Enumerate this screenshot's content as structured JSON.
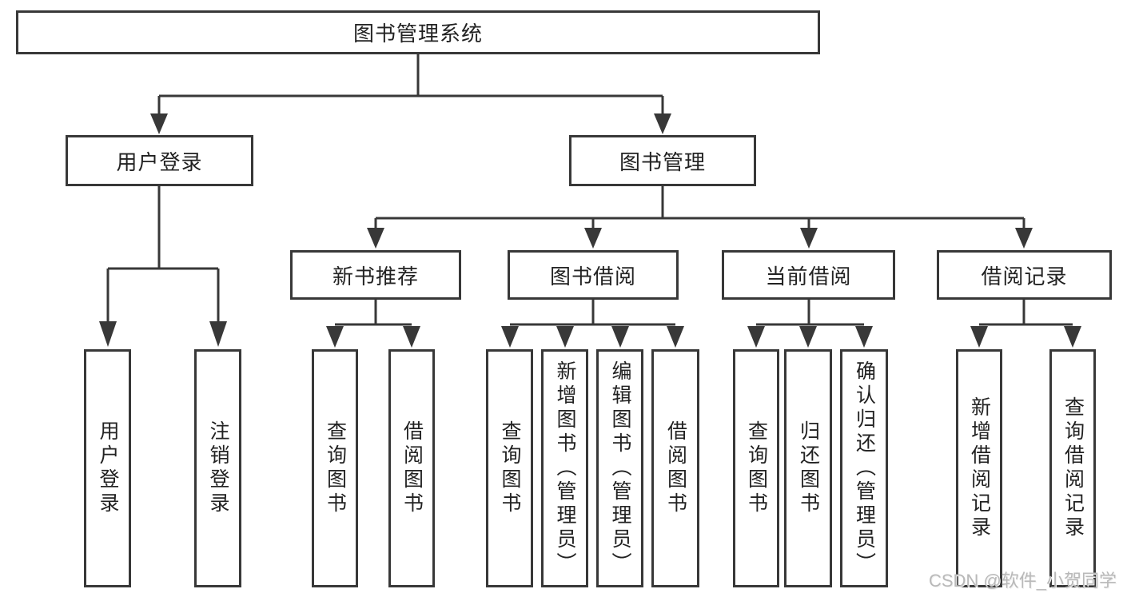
{
  "diagram": {
    "watermark": "CSDN @软件_小贺同学",
    "colors": {
      "line": "#383838",
      "box_border": "#383838",
      "text": "#222222",
      "watermark_text": "#b9b9b9",
      "background": "#ffffff"
    },
    "tree": {
      "root": "图书管理系统",
      "branches": [
        {
          "label": "用户登录",
          "children": [
            {
              "label": "用户登录"
            },
            {
              "label": "注销登录"
            }
          ]
        },
        {
          "label": "图书管理",
          "children": [
            {
              "label": "新书推荐",
              "children": [
                {
                  "label": "查询图书"
                },
                {
                  "label": "借阅图书"
                }
              ]
            },
            {
              "label": "图书借阅",
              "children": [
                {
                  "label": "查询图书"
                },
                {
                  "label": "新增图书（管理员）"
                },
                {
                  "label": "编辑图书（管理员）"
                },
                {
                  "label": "借阅图书"
                }
              ]
            },
            {
              "label": "当前借阅",
              "children": [
                {
                  "label": "查询图书"
                },
                {
                  "label": "归还图书"
                },
                {
                  "label": "确认归还（管理员）"
                }
              ]
            },
            {
              "label": "借阅记录",
              "children": [
                {
                  "label": "新增借阅记录"
                },
                {
                  "label": "查询借阅记录"
                }
              ]
            }
          ]
        }
      ]
    }
  }
}
